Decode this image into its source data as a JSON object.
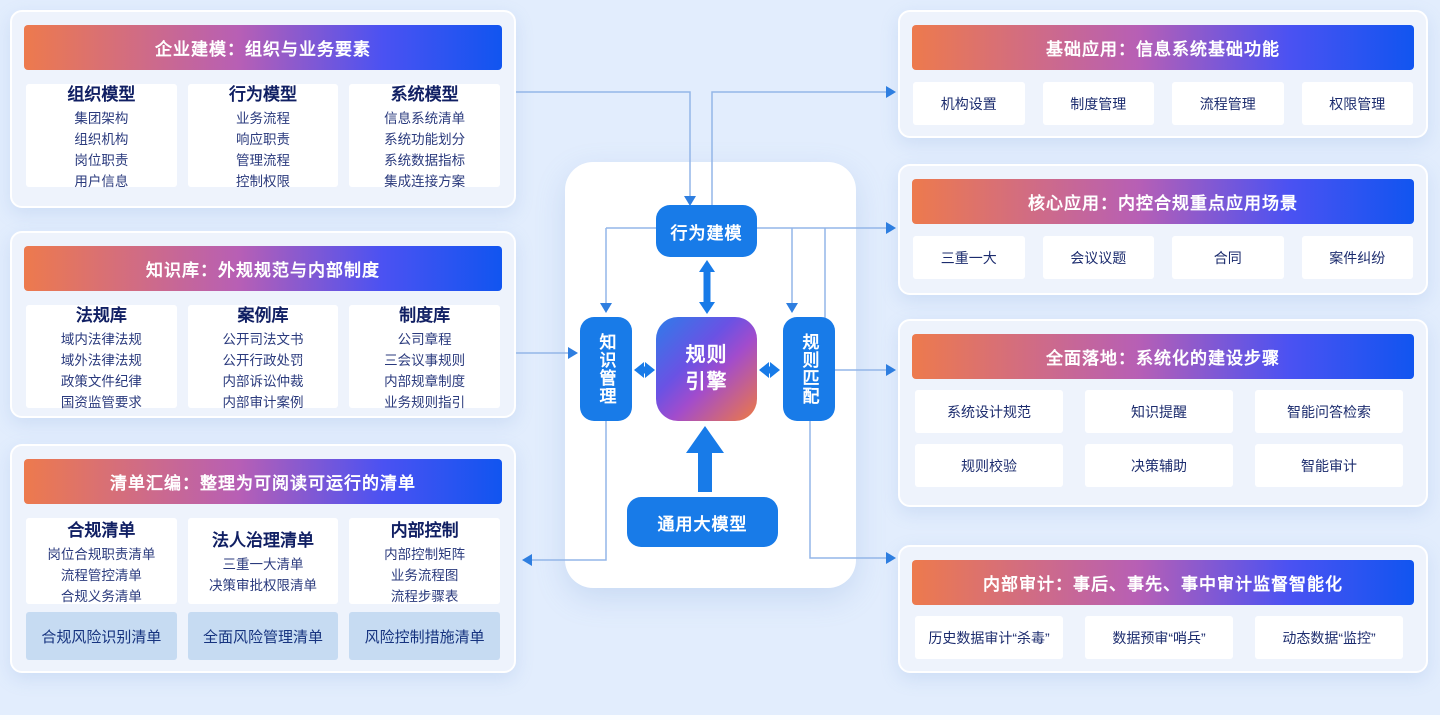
{
  "left_panels": [
    {
      "title": "企业建模：组织与业务要素",
      "cards": [
        {
          "title": "组织模型",
          "items": [
            "集团架构",
            "组织机构",
            "岗位职责",
            "用户信息"
          ]
        },
        {
          "title": "行为模型",
          "items": [
            "业务流程",
            "响应职责",
            "管理流程",
            "控制权限"
          ]
        },
        {
          "title": "系统模型",
          "items": [
            "信息系统清单",
            "系统功能划分",
            "系统数据指标",
            "集成连接方案"
          ]
        }
      ]
    },
    {
      "title": "知识库：外规规范与内部制度",
      "cards": [
        {
          "title": "法规库",
          "items": [
            "域内法律法规",
            "域外法律法规",
            "政策文件纪律",
            "国资监管要求"
          ]
        },
        {
          "title": "案例库",
          "items": [
            "公开司法文书",
            "公开行政处罚",
            "内部诉讼仲裁",
            "内部审计案例"
          ]
        },
        {
          "title": "制度库",
          "items": [
            "公司章程",
            "三会议事规则",
            "内部规章制度",
            "业务规则指引"
          ]
        }
      ]
    },
    {
      "title": "清单汇编：整理为可阅读可运行的清单",
      "cards": [
        {
          "title": "合规清单",
          "items": [
            "岗位合规职责清单",
            "流程管控清单",
            "合规义务清单"
          ]
        },
        {
          "title": "法人治理清单",
          "items": [
            "三重一大清单",
            "决策审批权限清单"
          ]
        },
        {
          "title": "内部控制",
          "items": [
            "内部控制矩阵",
            "业务流程图",
            "流程步骤表"
          ]
        }
      ],
      "footers": [
        "合规风险识别清单",
        "全面风险管理清单",
        "风险控制措施清单"
      ]
    }
  ],
  "center": {
    "behavior": "行为建模",
    "knowledge": "知识管理",
    "engine_line1": "规则",
    "engine_line2": "引擎",
    "matching": "规则匹配",
    "llm": "通用大模型"
  },
  "right_panels": [
    {
      "title": "基础应用：信息系统基础功能",
      "items": [
        "机构设置",
        "制度管理",
        "流程管理",
        "权限管理"
      ]
    },
    {
      "title": "核心应用：内控合规重点应用场景",
      "items": [
        "三重一大",
        "会议议题",
        "合同",
        "案件纠纷"
      ]
    },
    {
      "title": "全面落地：系统化的建设步骤",
      "items": [
        "系统设计规范",
        "知识提醒",
        "智能问答检索",
        "规则校验",
        "决策辅助",
        "智能审计"
      ]
    },
    {
      "title": "内部审计：事后、事先、事中审计监督智能化",
      "items": [
        "历史数据审计“杀毒”",
        "数据预审“哨兵”",
        "动态数据“监控”"
      ]
    }
  ],
  "colors": {
    "background": "#e2edfd",
    "panel": "#eef3fc",
    "header_gradient_start": "#ed7a4d",
    "header_gradient_mid": "#b75fb5",
    "header_gradient_end": "#1155f0",
    "pill_blue": "#187be8",
    "engine_gradient_start": "#2e7ce9",
    "engine_gradient_mid": "#a24ccc",
    "engine_gradient_end": "#ee7a42",
    "connector_line": "#93b6e8",
    "arrowhead": "#2e7ee0",
    "text_navy": "#1c2c6e",
    "footer_box": "#c6dbf2"
  }
}
